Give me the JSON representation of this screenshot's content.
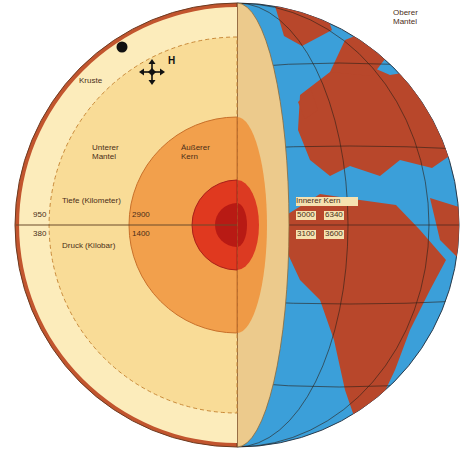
{
  "diagram": {
    "nodes": [
      {
        "text": [
          "Kruste"
        ]
      },
      {
        "text": [
          "Oberer Mantel"
        ],
        "in": 0
      },
      {
        "text": [
          "Unterer Mantel"
        ],
        "in": 1
      },
      {
        "text": [
          "Äußerer Kern"
        ],
        "in": 2
      },
      {
        "text": [
          "Innerer Kern"
        ],
        "in": 3
      }
    ],
    "labels": [
      "H",
      "Tiefe (Kilometer)",
      "950",
      "2900",
      "5000",
      "6340",
      "380",
      "1400",
      "3100",
      "3600",
      "Druck (Kilobar)"
    ]
  }
}
